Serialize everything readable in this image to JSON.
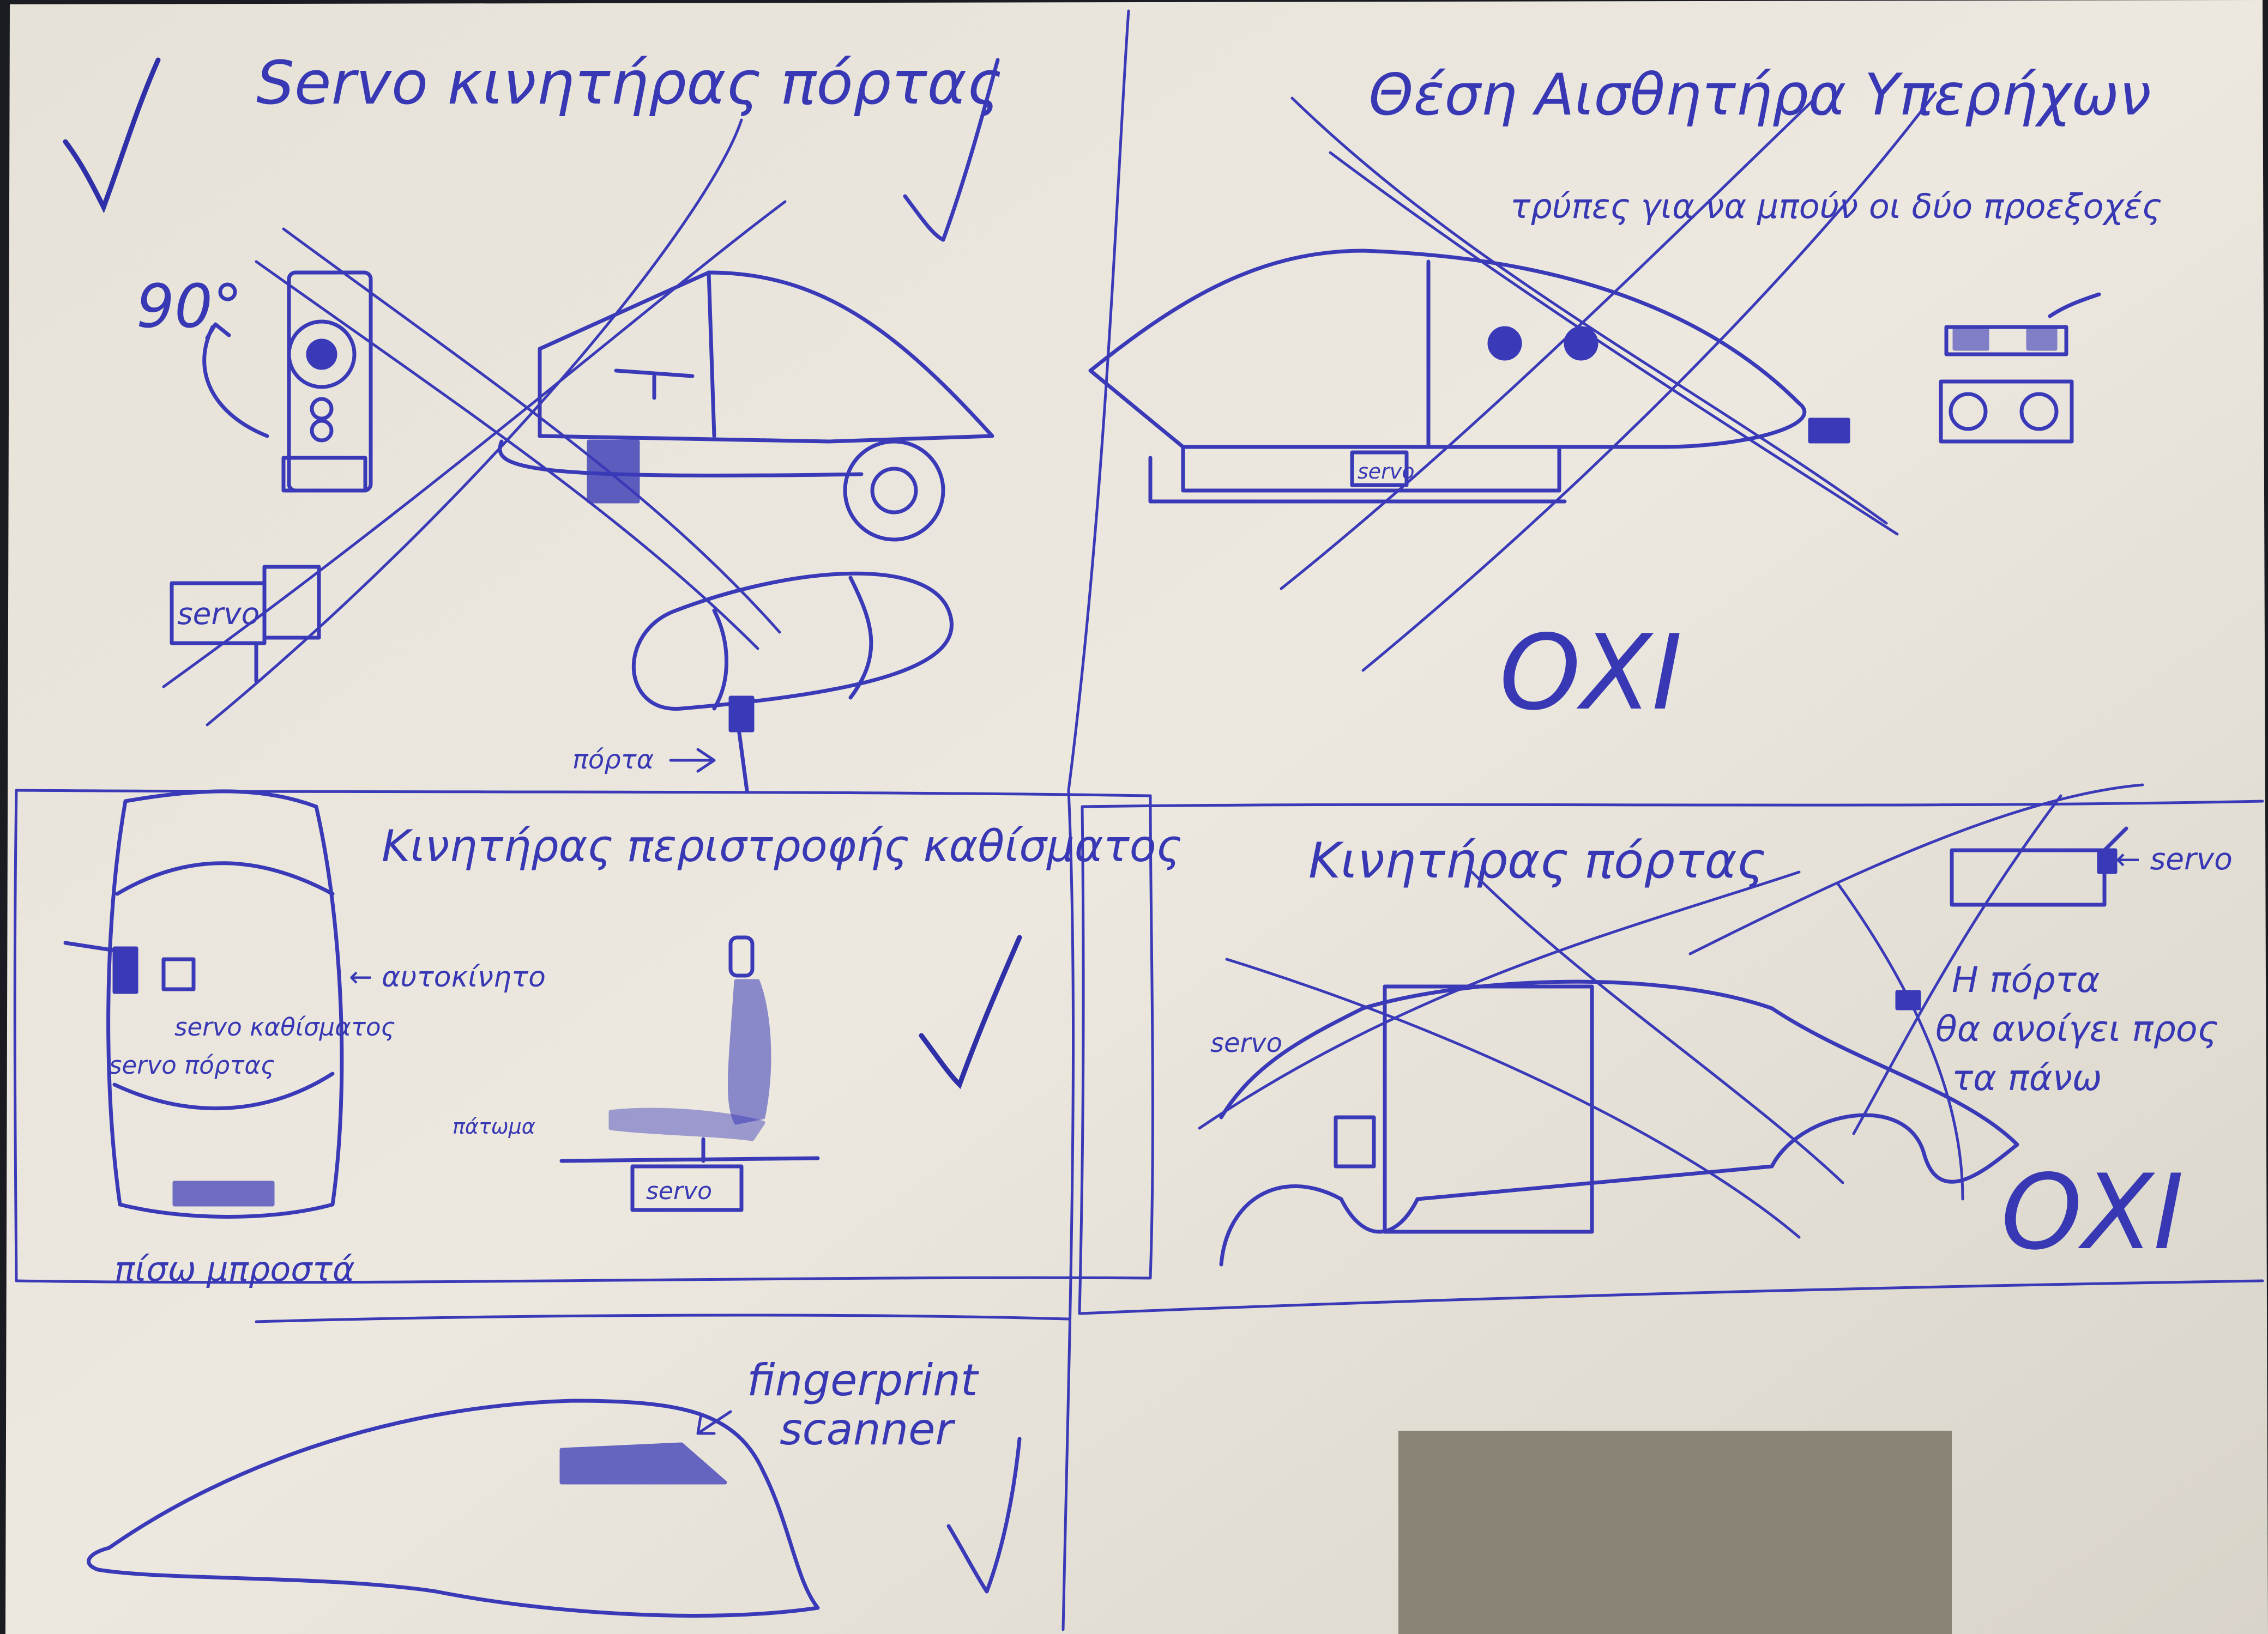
{
  "texts": {
    "p1_title": "Servo κινητήρας πόρτας",
    "p1_deg": "90°",
    "p1_servo": "servo",
    "p1_porta": "πόρτα",
    "p2_title": "Θέση Αισθητήρα Υπερήχων",
    "p2_note": "τρύπες για να μπούν οι δύο προεξοχές",
    "p2_servo": "servo",
    "p2_no": "ΟΧΙ",
    "p3_title": "Κινητήρας περιστροφής καθίσματος",
    "p3_car": "← αυτοκίνητο",
    "p3_servo_seat": "servo καθίσματος",
    "p3_servo_door": "servo πόρτας",
    "p3_back_front": "πίσω μπροστά",
    "p3_floor": "πάτωμα",
    "p3_servo": "servo",
    "p4_title": "Κινητήρας πόρτας",
    "p4_servo_top": "← servo",
    "p4_servo_left": "servo",
    "p4_note_1": "Η πόρτα",
    "p4_note_2": "θα ανοίγει προς",
    "p4_note_3": "τα πάνω",
    "p4_no": "ΟΧΙ",
    "p5_label_1": "fingerprint",
    "p5_label_2": "scanner"
  },
  "colors": {
    "paper": "#ebe7de",
    "ink": "#3a3ab8",
    "redaction": "#8a8476",
    "background": "#1a1c22"
  }
}
